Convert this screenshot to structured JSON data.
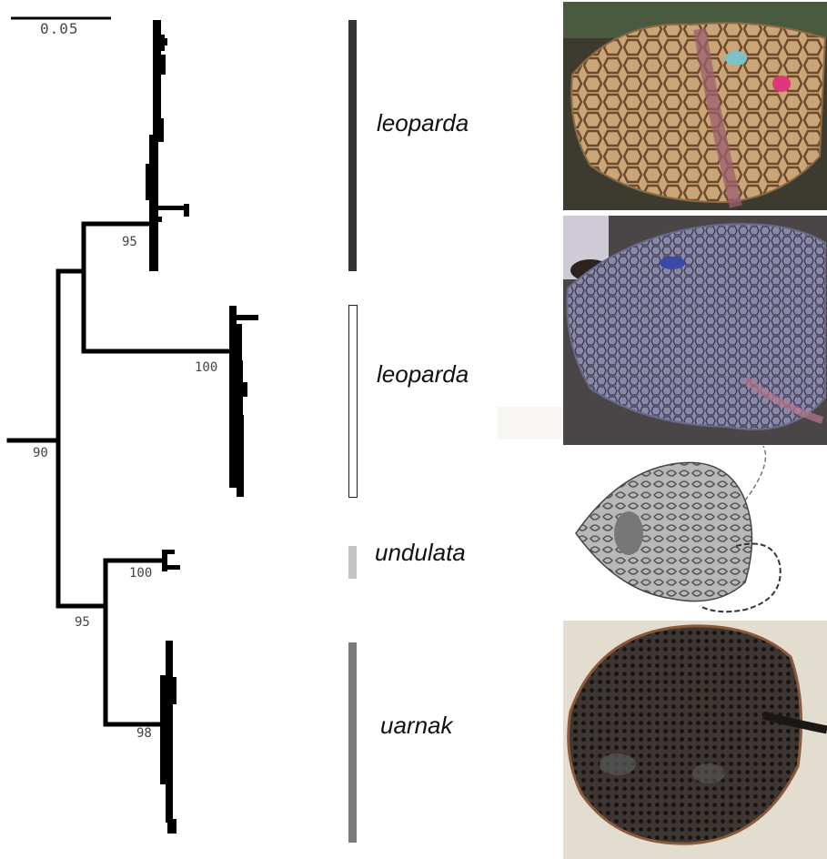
{
  "scale_bar": {
    "label": "0.05"
  },
  "support_values": {
    "leopardA": "95",
    "leopardB": "100",
    "root": "90",
    "undulata": "100",
    "undulata_uarnak": "95",
    "uarnak": "98"
  },
  "clades": [
    {
      "id": "leopardA",
      "label": "leoparda",
      "bar_color": "#333333",
      "bar_style": "filled"
    },
    {
      "id": "leopardB",
      "label": "leoparda",
      "bar_color": "#ffffff",
      "bar_style": "outlined"
    },
    {
      "id": "undulata",
      "label": "undulata",
      "bar_color": "#c4c4c4",
      "bar_style": "filled"
    },
    {
      "id": "uarnak",
      "label": "uarnak",
      "bar_color": "#7a7a7a",
      "bar_style": "filled"
    }
  ],
  "photos": [
    {
      "id": "photo-leoparda-tan",
      "subject": "stingray-photo",
      "colors": {
        "bg": "#3d3a30",
        "body": "#c9a577",
        "pattern": "#6e4a2c",
        "tail": "#9c5f6e"
      }
    },
    {
      "id": "photo-leoparda-grey",
      "subject": "stingray-photo",
      "colors": {
        "bg": "#4a4546",
        "body": "#8a8aa8",
        "pattern": "#3a3550",
        "tail": "#b7788f"
      }
    },
    {
      "id": "illustration-undulata",
      "subject": "stingray-illustration",
      "colors": {
        "bg": "#ffffff",
        "body": "#b8b8b8",
        "pattern": "#555555",
        "tail": "#555555"
      }
    },
    {
      "id": "photo-uarnak",
      "subject": "stingray-photo",
      "colors": {
        "bg": "#e3ddd0",
        "body": "#3d3632",
        "pattern": "#171311",
        "tail": "#1a1715"
      }
    }
  ]
}
